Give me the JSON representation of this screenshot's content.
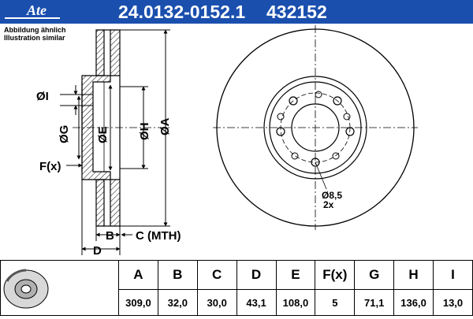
{
  "header": {
    "logo": "Ate",
    "part_number": "24.0132-0152.1",
    "ref_number": "432152",
    "bg_color": "#1a4fae"
  },
  "notes": {
    "line1": "Abbildung ähnlich",
    "line2": "Illustration similar"
  },
  "drawing": {
    "labels": {
      "I": "ØI",
      "G": "ØG",
      "E": "ØE",
      "H": "ØH",
      "A": "ØA",
      "F": "F(x)",
      "B": "B",
      "C": "C (MTH)",
      "D": "D"
    },
    "hole_note": {
      "diameter": "Ø8,5",
      "count": "2x"
    }
  },
  "table": {
    "headers": [
      "A",
      "B",
      "C",
      "D",
      "E",
      "F(x)",
      "G",
      "H",
      "I"
    ],
    "values": [
      "309,0",
      "32,0",
      "30,0",
      "43,1",
      "108,0",
      "5",
      "71,1",
      "136,0",
      "13,0"
    ]
  }
}
